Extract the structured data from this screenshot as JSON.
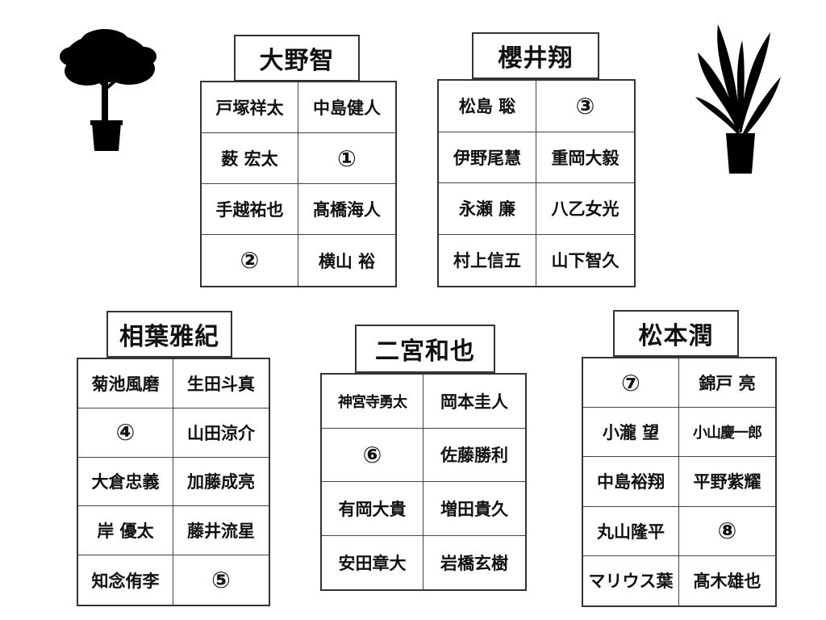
{
  "groups": [
    {
      "id": "ohno",
      "leader": "大野智",
      "members": [
        "戸塚祥太",
        "中島健人",
        "薮 宏太",
        "①",
        "手越祐也",
        "髙橋海人",
        "②",
        "横山 裕"
      ]
    },
    {
      "id": "sakurai",
      "leader": "櫻井翔",
      "members": [
        "松島 聡",
        "③",
        "伊野尾慧",
        "重岡大毅",
        "永瀬 廉",
        "八乙女光",
        "村上信五",
        "山下智久"
      ]
    },
    {
      "id": "aiba",
      "leader": "相葉雅紀",
      "members": [
        "菊池風磨",
        "生田斗真",
        "④",
        "山田涼介",
        "大倉忠義",
        "加藤成亮",
        "岸 優太",
        "藤井流星",
        "知念侑李",
        "⑤"
      ]
    },
    {
      "id": "ninomiya",
      "leader": "二宮和也",
      "members": [
        "神宮寺勇太",
        "岡本圭人",
        "⑥",
        "佐藤勝利",
        "有岡大貴",
        "増田貴久",
        "安田章大",
        "岩橋玄樹"
      ]
    },
    {
      "id": "matsumoto",
      "leader": "松本潤",
      "members": [
        "⑦",
        "錦戸 亮",
        "小瀧 望",
        "小山慶一郎",
        "中島裕翔",
        "平野紫耀",
        "丸山隆平",
        "⑧",
        "マリウス葉",
        "髙木雄也"
      ]
    }
  ],
  "decorations": {
    "left_plant": "tree-icon",
    "right_plant": "potted-plant-icon"
  }
}
